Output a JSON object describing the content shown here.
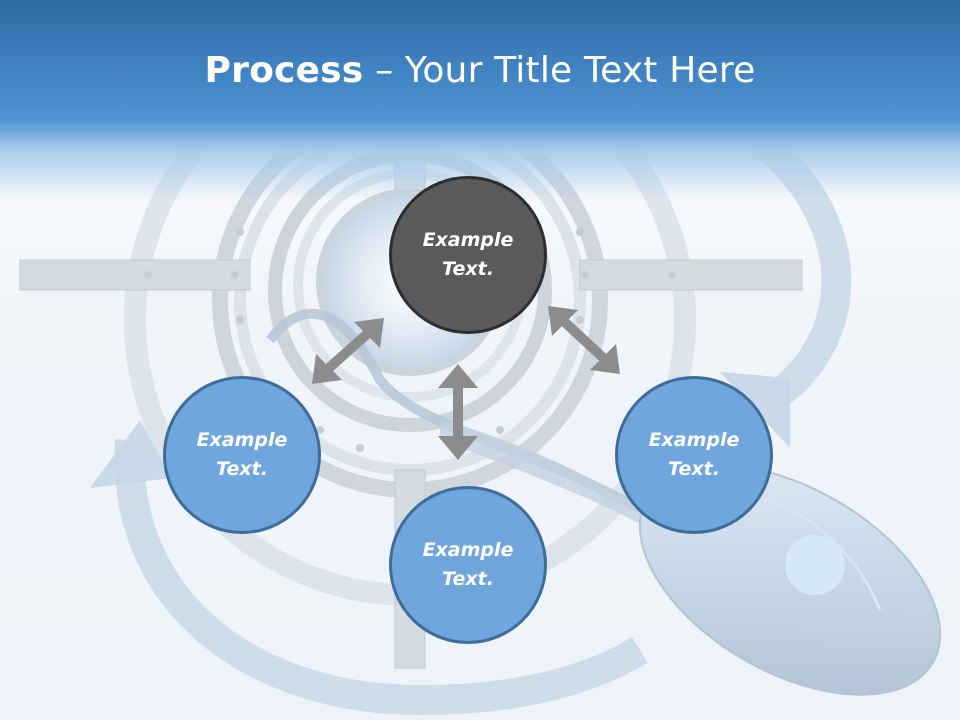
{
  "slide": {
    "title_bold": "Process",
    "title_rest": " – Your Title Text Here"
  },
  "nodes": {
    "top": "Example\nText.",
    "left": "Example\nText.",
    "bottom": "Example\nText.",
    "right": "Example\nText."
  },
  "colors": {
    "title_bar": "#3e80bf",
    "dark_node": "#5a5a5a",
    "blue_node": "#6fa6dd",
    "arrow": "#8c8c8c"
  }
}
